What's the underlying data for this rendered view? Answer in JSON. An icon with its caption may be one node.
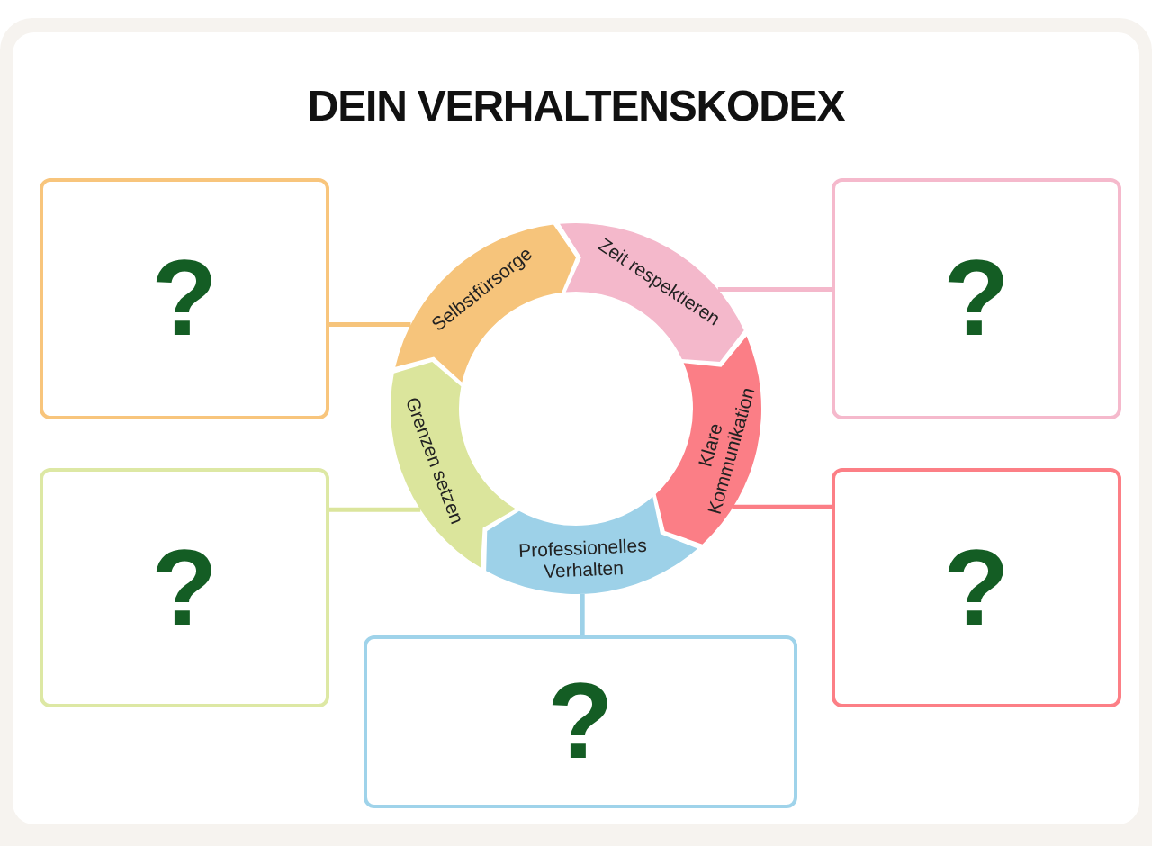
{
  "diagram": {
    "title": "DEIN VERHALTENSKODEX",
    "nodes": [
      {
        "text": [
          "?"
        ]
      },
      {
        "text": [
          "Selbstfürsorge"
        ]
      },
      {
        "text": [
          "Zeit respektieren"
        ]
      },
      {
        "text": [
          "?"
        ]
      },
      {
        "text": [
          "Grenzen setzen"
        ]
      },
      {
        "text": [
          "Klare Kommunikation"
        ]
      },
      {
        "text": [
          "?"
        ]
      },
      {
        "text": [
          "?"
        ]
      },
      {
        "text": [
          "Professionelles Verhalten"
        ]
      },
      {
        "text": [
          "?"
        ]
      }
    ],
    "edges": [
      {
        "from": 1,
        "to": 0,
        "arrow": "none",
        "color": "#f6c47b"
      },
      {
        "from": 2,
        "to": 3,
        "arrow": "none",
        "color": "#f4b8cb"
      },
      {
        "from": 4,
        "to": 6,
        "arrow": "none",
        "color": "#dbe59c"
      },
      {
        "from": 5,
        "to": 7,
        "arrow": "none",
        "color": "#fb7e86"
      },
      {
        "from": 8,
        "to": 9,
        "arrow": "none",
        "color": "#9dd1e8"
      }
    ]
  }
}
